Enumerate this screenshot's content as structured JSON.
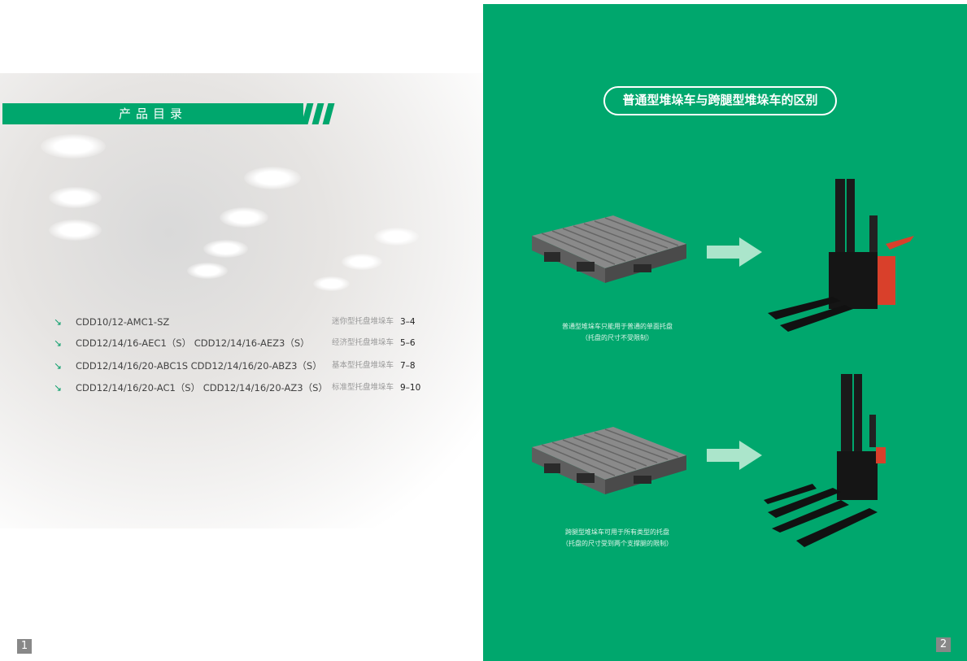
{
  "left_page": {
    "banner_title": "产品目录",
    "banner_subtitle": "CATALOG",
    "items": [
      {
        "model": "CDD10/12-AMC1-SZ",
        "category": "迷你型托盘堆垛车",
        "pages": "3–4"
      },
      {
        "model": "CDD12/14/16-AEC1（S） CDD12/14/16-AEZ3（S）",
        "category": "经济型托盘堆垛车",
        "pages": "5–6"
      },
      {
        "model": "CDD12/14/16/20-ABC1S  CDD12/14/16/20-ABZ3（S）",
        "category": "基本型托盘堆垛车",
        "pages": "7–8"
      },
      {
        "model": "CDD12/14/16/20-AC1（S） CDD12/14/16/20-AZ3（S）",
        "category": "标准型托盘堆垛车",
        "pages": "9–10"
      }
    ],
    "page_number": "1"
  },
  "right_page": {
    "title": "普通型堆垛车与跨腿型堆垛车的区别",
    "section1": {
      "caption_line1": "普通型堆垛车只能用于普通的单面托盘",
      "caption_line2": "（托盘的尺寸不受限制）"
    },
    "section2": {
      "caption_line1": "跨腿型堆垛车可用于所有类型的托盘",
      "caption_line2": "（托盘的尺寸受到两个支撑腿的限制）"
    },
    "page_number": "2"
  },
  "colors": {
    "brand_green": "#00a76d"
  }
}
